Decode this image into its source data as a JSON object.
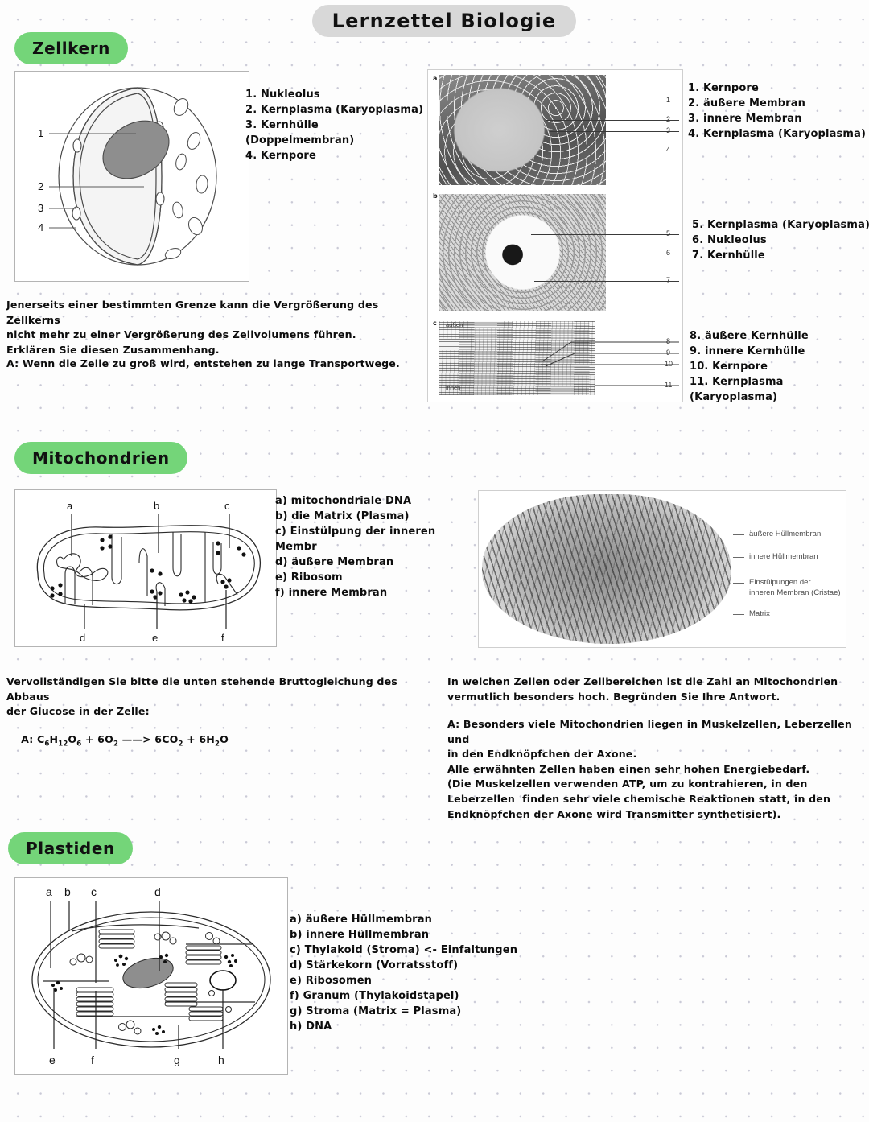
{
  "page": {
    "title": "Lernzettel Biologie",
    "background": "#fdfdfd",
    "accent_green": "#74d579",
    "title_pill_color": "#d8d8d8"
  },
  "sections": [
    {
      "id": "zellkern",
      "heading": "Zellkern",
      "diagram": {
        "name": "zellkern-schematic",
        "callout_numbers": [
          "1",
          "2",
          "3",
          "4"
        ]
      },
      "legend": [
        "1. Nukleolus",
        "2. Kernplasma (Karyoplasma)",
        "3. Kernhülle (Doppelmembran)",
        "4. Kernpore"
      ],
      "question": "Jenerseits einer bestimmten Grenze kann die Vergrößerung des Zellkerns\nnicht mehr zu einer Vergrößerung des Zellvolumens führen.\nErklären Sie diesen Zusammenhang.",
      "answer": "A: Wenn die Zelle zu groß wird, entstehen zu lange Transportwege.",
      "micrographs": [
        {
          "panel": "a",
          "numbers": [
            "1",
            "2",
            "3",
            "4"
          ],
          "legend": [
            "1. Kernpore",
            "2. äußere Membran",
            "3. innere Membran",
            "4. Kernplasma (Karyoplasma)"
          ]
        },
        {
          "panel": "b",
          "numbers": [
            "5",
            "6",
            "7"
          ],
          "legend": [
            "5. Kernplasma (Karyoplasma)",
            "6. Nukleolus",
            "7. Kernhülle"
          ]
        },
        {
          "panel": "c",
          "numbers": [
            "8",
            "9",
            "10",
            "11"
          ],
          "side_top": "außen",
          "side_bottom": "innen",
          "legend": [
            "8. äußere Kernhülle",
            "9. innere Kernhülle",
            "10. Kernpore",
            "11. Kernplasma (Karyoplasma)"
          ]
        }
      ]
    },
    {
      "id": "mitochondrien",
      "heading": "Mitochondrien",
      "diagram": {
        "name": "mitochondrion-schematic",
        "top_callouts": [
          "a",
          "b",
          "c"
        ],
        "bottom_callouts": [
          "d",
          "e",
          "f"
        ]
      },
      "legend": [
        "a) mitochondriale DNA",
        "b) die Matrix (Plasma)",
        "c) Einstülpung der inneren Membr",
        "d) äußere Membran",
        "e) Ribosom",
        "f) innere Membran"
      ],
      "micrograph_labels": [
        "äußere Hüllmembran",
        "innere Hüllmembran",
        "Einstülpungen der\ninneren Membran (Cristae)",
        "Matrix"
      ],
      "question_left": "Vervollständigen Sie bitte die unten stehende Bruttogleichung des Abbaus\nder Glucose in der Zelle:",
      "answer_left": "A: C6H12O6 + 6O2 ——> 6CO2 + 6H2O",
      "equation": {
        "prefix": "A: ",
        "parts": [
          {
            "t": "C",
            "sub": "6"
          },
          {
            "t": "H",
            "sub": "12"
          },
          {
            "t": "O",
            "sub": "6"
          },
          {
            "t": " + 6O",
            "sub": "2"
          },
          {
            "t": " ——> 6CO",
            "sub": "2"
          },
          {
            "t": " + 6H",
            "sub": "2"
          },
          {
            "t": "O",
            "sub": ""
          }
        ]
      },
      "question_right": "In welchen Zellen oder Zellbereichen ist die Zahl an Mitochondrien\nvermutlich besonders hoch. Begründen Sie Ihre Antwort.",
      "answer_right": "A: Besonders viele Mitochondrien liegen in Muskelzellen, Leberzellen und\nin den Endknöpfchen der Axone.\nAlle erwähnten Zellen haben einen sehr hohen Energiebedarf.\n(Die Muskelzellen verwenden ATP, um zu kontrahieren, in den\nLeberzellen  finden sehr viele chemische Reaktionen statt, in den\nEndknöpfchen der Axone wird Transmitter synthetisiert)."
    },
    {
      "id": "plastiden",
      "heading": "Plastiden",
      "diagram": {
        "name": "chloroplast-schematic",
        "top_callouts": [
          "a",
          "b",
          "c",
          "d"
        ],
        "bottom_callouts": [
          "e",
          "f",
          "g",
          "h"
        ]
      },
      "legend": [
        "a) äußere Hüllmembran",
        "b) innere Hüllmembran",
        "c) Thylakoid (Stroma) <- Einfaltungen",
        "d) Stärkekorn (Vorratsstoff)",
        "e) Ribosomen",
        "f) Granum (Thylakoidstapel)",
        "g) Stroma (Matrix = Plasma)",
        "h) DNA"
      ]
    }
  ]
}
